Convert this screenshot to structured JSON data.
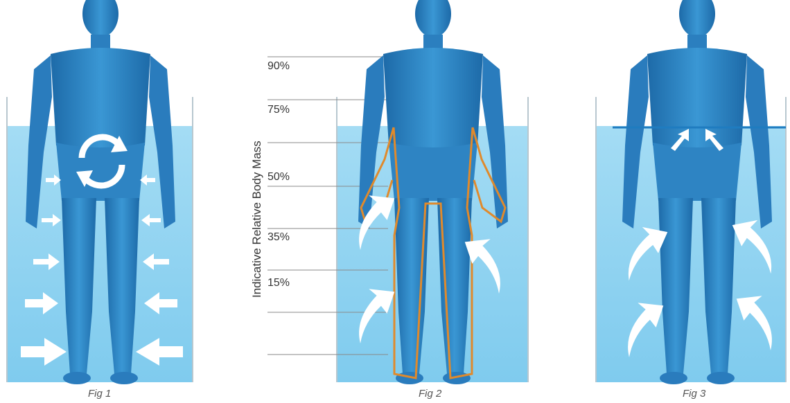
{
  "figures": [
    {
      "caption": "Fig 1"
    },
    {
      "caption": "Fig 2"
    },
    {
      "caption": "Fig 3"
    }
  ],
  "body_mass_scale": {
    "title": "Indicative Relative Body Mass",
    "levels": [
      "90%",
      "75%",
      "50%",
      "35%",
      "15%"
    ]
  },
  "colors": {
    "water": "#8fd3f0",
    "tank_wall": "#b8c7cf",
    "body": "#2f86c4",
    "outline": "#e08a2c",
    "arrow": "#ffffff",
    "line": "#8a8a8a"
  }
}
